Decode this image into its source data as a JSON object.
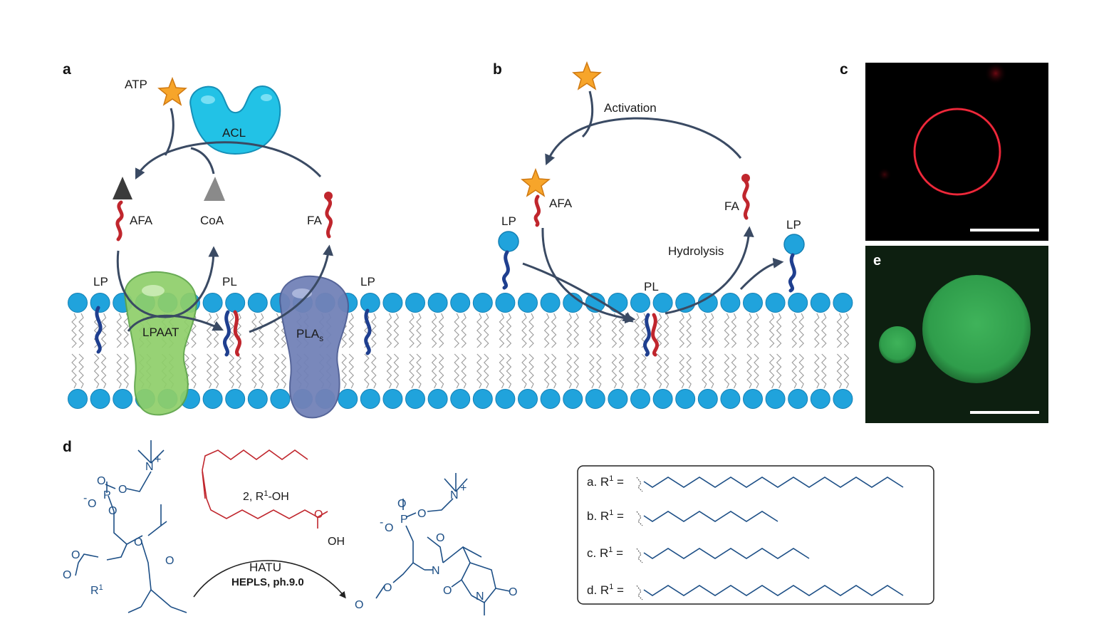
{
  "panels": {
    "a": "a",
    "b": "b",
    "c": "c",
    "d": "d",
    "e": "e"
  },
  "panel_a": {
    "atp": "ATP",
    "acl": "ACL",
    "afa": "AFA",
    "coa": "CoA",
    "fa": "FA",
    "lp_left": "LP",
    "pl": "PL",
    "lp_right": "LP",
    "lpaat": "LPAAT",
    "plas": "PLA",
    "plas_sub": "s"
  },
  "panel_b": {
    "activation": "Activation",
    "afa": "AFA",
    "fa": "FA",
    "lp_left": "LP",
    "lp_right": "LP",
    "hydrolysis": "Hydrolysis",
    "pl": "PL"
  },
  "panel_d": {
    "reagent_label": "2, R",
    "reagent_sup": "1",
    "reagent_suffix": "-OH",
    "oh": "OH",
    "hatu": "HATU",
    "conditions": "HEPLS, ph.9.0",
    "r1_left": "R",
    "r1_left_sup": "1",
    "table": [
      {
        "prefix": "a. R",
        "sup": "1",
        "eq": " ="
      },
      {
        "prefix": "b. R",
        "sup": "1",
        "eq": " ="
      },
      {
        "prefix": "c. R",
        "sup": "1",
        "eq": " ="
      },
      {
        "prefix": "d. R",
        "sup": "1",
        "eq": " ="
      }
    ],
    "atoms": {
      "P": "P",
      "O": "O",
      "N": "N",
      "Nplus": "N",
      "minus": "-",
      "plus": "+"
    }
  },
  "colors": {
    "lipid_head": "#20a3dc",
    "tail_blue": "#1f3f8f",
    "tail_red": "#c0262d",
    "arrow": "#3a4a63",
    "acl": "#22c2e6",
    "lpaat": "#8fcf6a",
    "plas": "#7282b8",
    "star": "#f7a52a",
    "chem_blue": "#1d4f86",
    "chem_red": "#c0262d"
  }
}
